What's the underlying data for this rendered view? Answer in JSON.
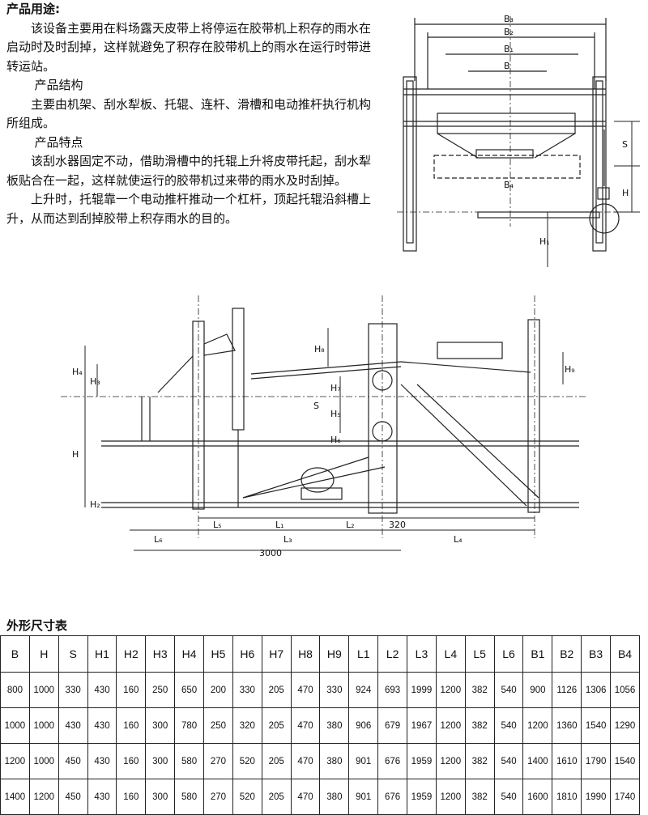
{
  "intro": {
    "title": "产品用途:",
    "usage": "该设备主要用在料场露天皮带上将停运在胶带机上积存的雨水在启动时及时刮掉，这样就避免了积存在胶带机上的雨水在运行时带进转运站。",
    "structure_heading": "产品结构",
    "structure": "主要由机架、刮水犁板、托辊、连杆、滑槽和电动推杆执行机构所组成。",
    "features_heading": "产品特点",
    "features": "该刮水器固定不动，借助滑槽中的托辊上升将皮带托起，刮水犁板贴合在一起，这样就使运行的胶带机过来带的雨水及时刮掉。",
    "working": "上升时，托辊靠一个电动推杆推动一个杠杆，顶起托辊沿斜槽上升，从而达到刮掉胶带上积存雨水的目的。"
  },
  "front_view": {
    "labels": {
      "B3": "B₃",
      "B2": "B₂",
      "B1": "B₁",
      "B": "B",
      "B4": "B₄",
      "S": "S",
      "H": "H",
      "H1": "H₁"
    }
  },
  "side_view": {
    "labels": {
      "H4": "H₄",
      "H3": "H₃",
      "H": "H",
      "H2": "H₂",
      "H8": "H₈",
      "H7": "H₇",
      "S": "S",
      "H5": "H₅",
      "H6": "H₆",
      "H9": "H₉",
      "L5": "L₅",
      "L1": "L₁",
      "L2": "L₂",
      "d320": "320",
      "L6": "L₆",
      "L3": "L₃",
      "L4": "L₄",
      "d3000": "3000"
    }
  },
  "table": {
    "title": "外形尺寸表",
    "headers": [
      "B",
      "H",
      "S",
      "H1",
      "H2",
      "H3",
      "H4",
      "H5",
      "H6",
      "H7",
      "H8",
      "H9",
      "L1",
      "L2",
      "L3",
      "L4",
      "L5",
      "L6",
      "B1",
      "B2",
      "B3",
      "B4"
    ],
    "rows": [
      [
        "800",
        "1000",
        "330",
        "430",
        "160",
        "250",
        "650",
        "200",
        "330",
        "205",
        "470",
        "330",
        "924",
        "693",
        "1999",
        "1200",
        "382",
        "540",
        "900",
        "1126",
        "1306",
        "1056"
      ],
      [
        "1000",
        "1000",
        "430",
        "430",
        "160",
        "300",
        "780",
        "250",
        "320",
        "205",
        "470",
        "380",
        "906",
        "679",
        "1967",
        "1200",
        "382",
        "540",
        "1200",
        "1360",
        "1540",
        "1290"
      ],
      [
        "1200",
        "1000",
        "450",
        "430",
        "160",
        "300",
        "580",
        "270",
        "520",
        "205",
        "470",
        "380",
        "901",
        "676",
        "1959",
        "1200",
        "382",
        "540",
        "1400",
        "1610",
        "1790",
        "1540"
      ],
      [
        "1400",
        "1200",
        "450",
        "430",
        "160",
        "300",
        "580",
        "270",
        "520",
        "205",
        "470",
        "380",
        "901",
        "676",
        "1959",
        "1200",
        "382",
        "540",
        "1600",
        "1810",
        "1990",
        "1740"
      ]
    ]
  }
}
